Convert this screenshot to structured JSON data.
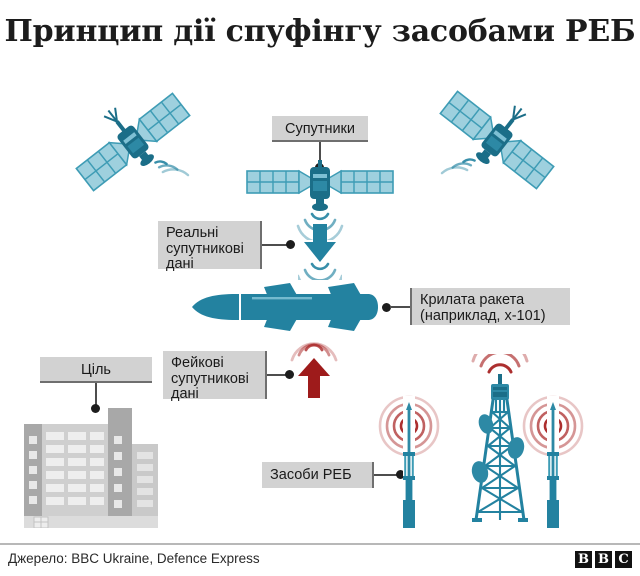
{
  "title": "Принцип дії спуфінгу засобами РЕБ",
  "labels": {
    "satellites": "Супутники",
    "real_sat_data": "Реальні\nсупутникові\nдані",
    "cruise_missile": "Крилата ракета\n(наприклад, х-101)",
    "target": "Ціль",
    "fake_sat_data": "Фейкові\nсупутникові\nдані",
    "ew_means": "Засоби РЕБ"
  },
  "icons": {
    "satellite_left": "satellite-icon",
    "satellite_center": "satellite-icon",
    "satellite_right": "satellite-icon",
    "missile": "cruise-missile-icon",
    "buildings": "buildings-icon",
    "tower": "radio-tower-icon",
    "antenna_left": "antenna-icon",
    "antenna_right": "antenna-icon",
    "down_arrow": "arrow-down-icon",
    "up_arrow": "arrow-up-icon",
    "signal_blue": "signal-waves-icon",
    "signal_red": "signal-waves-icon"
  },
  "footer": {
    "source": "Джерело: BBC Ukraine, Defence Express",
    "logo": [
      "B",
      "B",
      "C"
    ]
  },
  "colors": {
    "teal_dark": "#1b6e88",
    "teal": "#2382a0",
    "teal_light": "#8cc6d8",
    "panel_fill": "#9ed0de",
    "red": "#a01f1f",
    "red_arrow": "#9e1b1b",
    "label_bg": "#d2d2d2",
    "connector": "#4d4d4d",
    "building_gray": "#b9b9b9",
    "background": "#ffffff"
  }
}
